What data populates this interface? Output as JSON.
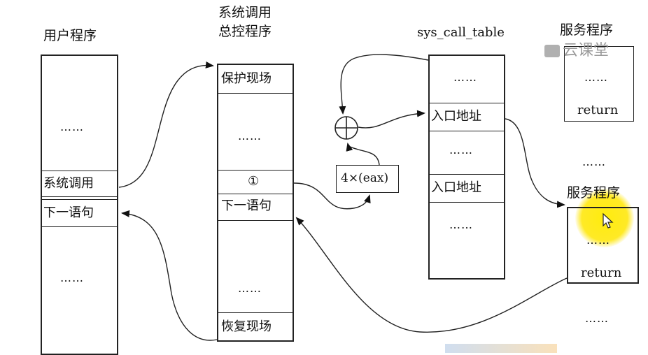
{
  "user_program": {
    "title": "用户程序",
    "dots_top": "……",
    "syscall": "系统调用",
    "next_stmt": "下一语句",
    "dots_bottom": "……"
  },
  "dispatcher": {
    "title_line1": "系统调用",
    "title_line2": "总控程序",
    "save_context": "保护现场",
    "dots_1": "……",
    "marker": "①",
    "next_stmt": "下一语句",
    "dots_2": "……",
    "restore_context": "恢复现场"
  },
  "index_expr": "4×(eax)",
  "syscall_table": {
    "title": "sys_call_table",
    "dots_1": "……",
    "entry_1": "入口地址",
    "dots_2": "……",
    "entry_2": "入口地址",
    "dots_3": "……"
  },
  "service_top": {
    "title": "服务程序",
    "dots": "……",
    "ret": "return"
  },
  "service_mid_dots": "……",
  "service_main": {
    "title": "服务程序",
    "dots": "……",
    "ret": "return"
  },
  "service_bottom_dots": "……",
  "watermark": "云课堂"
}
